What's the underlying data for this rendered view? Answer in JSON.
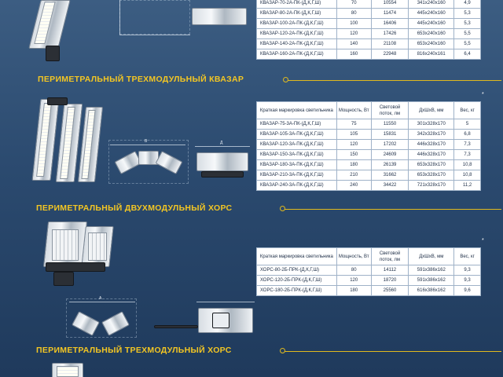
{
  "sections": {
    "s1_title": "ПЕРИМЕТРАЛЬНЫЙ ТРЕХМОДУЛЬНЫЙ КВАЗАР",
    "s2_title": "ПЕРИМЕТРАЛЬНЫЙ ДВУХМОДУЛЬНЫЙ ХОРС",
    "s3_title": "ПЕРИМЕТРАЛЬНЫЙ ТРЕХМОДУЛЬНЫЙ ХОРС"
  },
  "colors": {
    "accent": "#f3c623",
    "background": "#2b4a6f",
    "table_border": "#9fb2c8"
  },
  "table_top": {
    "rows": [
      [
        "КВАЗАР-70-2А-ПК-(Д,К,Г,Ш)",
        "70",
        "10554",
        "341x240x160",
        "4,9"
      ],
      [
        "КВАЗАР-80-2А-ПК-(Д,К,Г,Ш)",
        "80",
        "11474",
        "445x240x160",
        "5,3"
      ],
      [
        "КВАЗАР-100-2А-ПК-(Д,К,Г,Ш)",
        "100",
        "16406",
        "445x240x160",
        "5,3"
      ],
      [
        "КВАЗАР-120-2А-ПК-(Д,К,Г,Ш)",
        "120",
        "17426",
        "653x240x160",
        "5,5"
      ],
      [
        "КВАЗАР-140-2А-ПК-(Д,К,Г,Ш)",
        "140",
        "21108",
        "653x240x160",
        "5,5"
      ],
      [
        "КВАЗАР-160-2А-ПК-(Д,К,Г,Ш)",
        "160",
        "22948",
        "816x240x161",
        "6,4"
      ]
    ]
  },
  "table_mid": {
    "headers": [
      "Краткая маркировка светильника",
      "Мощность, Вт",
      "Световой поток, лм",
      "ДхШхВ, мм",
      "Вес, кг"
    ],
    "rows": [
      [
        "КВАЗАР-75-3А-ПК-(Д,К,Г,Ш)",
        "75",
        "11550",
        "301x328x170",
        "5"
      ],
      [
        "КВАЗАР-105-3А-ПК-(Д,К,Г,Ш)",
        "105",
        "15831",
        "342x328x170",
        "6,8"
      ],
      [
        "КВАЗАР-120-3А-ПК-(Д,К,Г,Ш)",
        "120",
        "17202",
        "446x328x170",
        "7,3"
      ],
      [
        "КВАЗАР-150-3А-ПК-(Д,К,Г,Ш)",
        "150",
        "24609",
        "446x328x170",
        "7,3"
      ],
      [
        "КВАЗАР-180-3А-ПК-(Д,К,Г,Ш)",
        "180",
        "26139",
        "653x328x170",
        "10,8"
      ],
      [
        "КВАЗАР-210-3А-ПК-(Д,К,Г,Ш)",
        "210",
        "31662",
        "653x328x170",
        "10,8"
      ],
      [
        "КВАЗАР-240-3А-ПК-(Д,К,Г,Ш)",
        "240",
        "34422",
        "721x328x170",
        "11,2"
      ]
    ]
  },
  "table_bot": {
    "headers": [
      "Краткая маркировка светильника",
      "Мощность, Вт",
      "Световой поток, лм",
      "ДхШхВ, мм",
      "Вес, кг"
    ],
    "rows": [
      [
        "ХОРС-80-2Б-ПРК-(Д,К,Г,Ш)",
        "80",
        "14112",
        "591x386x162",
        "9,3"
      ],
      [
        "ХОРС-120-2Б-ПРК-(Д,К,Г,Ш)",
        "120",
        "18720",
        "591x386x162",
        "9,3"
      ],
      [
        "ХОРС-180-2Б-ПРК-(Д,К,Г,Ш)",
        "180",
        "25560",
        "616x386x162",
        "9,6"
      ]
    ]
  },
  "dims": {
    "a": "B",
    "b": "A",
    "c": "Д",
    "asterisk": "*"
  }
}
